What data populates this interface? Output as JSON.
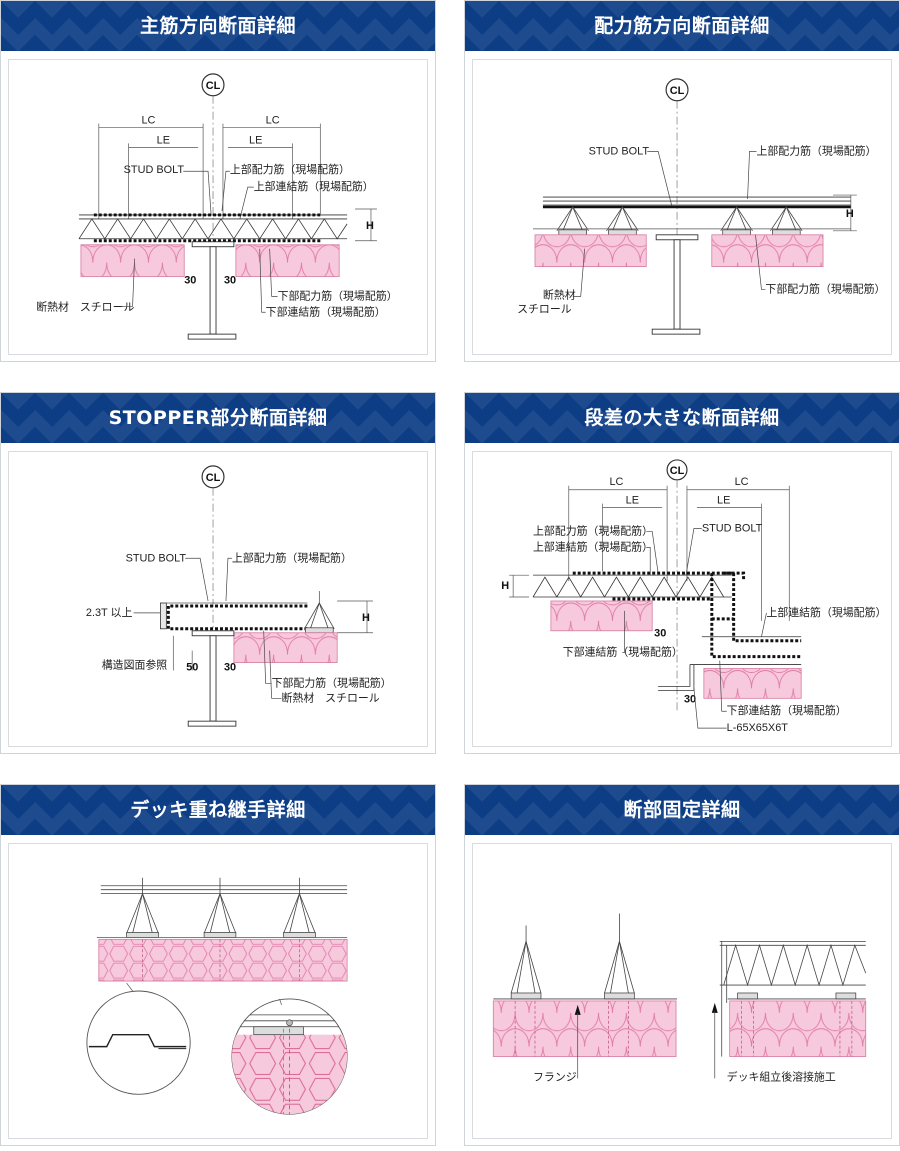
{
  "colors": {
    "header_bg": "#0d3d85",
    "insulation_fill": "#f7c9dc",
    "insulation_line": "#e07aa8",
    "rebar": "#111111"
  },
  "icons": [
    "centerline-symbol"
  ],
  "panels": [
    {
      "title": "主筋方向断面詳細",
      "centerline": "CL",
      "labels": {
        "lc_left": "LC",
        "lc_right": "LC",
        "le_left": "LE",
        "le_right": "LE",
        "stud_bolt": "STUD BOLT",
        "upper_dist_bar": "上部配力筋（現場配筋）",
        "upper_tie_bar": "上部連結筋（現場配筋）",
        "height": "H",
        "dim_30_left": "30",
        "dim_30_right": "30",
        "insulation": "断熱材　スチロール",
        "lower_dist_bar": "下部配力筋（現場配筋）",
        "lower_tie_bar": "下部連結筋（現場配筋）"
      }
    },
    {
      "title": "配力筋方向断面詳細",
      "centerline": "CL",
      "labels": {
        "stud_bolt": "STUD BOLT",
        "upper_dist_bar": "上部配力筋（現場配筋）",
        "height": "H",
        "insulation_1": "断熱材",
        "insulation_2": "スチロール",
        "lower_dist_bar": "下部配力筋（現場配筋）"
      }
    },
    {
      "title": "STOPPER部分断面詳細",
      "centerline": "CL",
      "labels": {
        "stud_bolt": "STUD BOLT",
        "upper_dist_bar": "上部配力筋（現場配筋）",
        "plate": "2.3T 以上",
        "height": "H",
        "structural_ref": "構造図面参照",
        "dim_50": "50",
        "dim_30": "30",
        "lower_dist_bar": "下部配力筋（現場配筋）",
        "insulation": "断熱材　スチロール"
      }
    },
    {
      "title": "段差の大きな断面詳細",
      "centerline": "CL",
      "labels": {
        "lc_left": "LC",
        "lc_right": "LC",
        "le_left": "LE",
        "le_right": "LE",
        "upper_dist_bar": "上部配力筋（現場配筋）",
        "upper_tie_bar": "上部連結筋（現場配筋）",
        "stud_bolt": "STUD BOLT",
        "height": "H",
        "upper_tie_bar_2": "上部連結筋（現場配筋）",
        "dim_30_a": "30",
        "lower_tie_bar": "下部連結筋（現場配筋）",
        "dim_30_b": "30",
        "lower_tie_bar_2": "下部連結筋（現場配筋）",
        "angle": "L-65X65X6T"
      }
    },
    {
      "title": "デッキ重ね継手詳細",
      "labels": {}
    },
    {
      "title": "断部固定詳細",
      "labels": {
        "flange": "フランジ",
        "weld": "デッキ組立後溶接施工"
      }
    }
  ]
}
